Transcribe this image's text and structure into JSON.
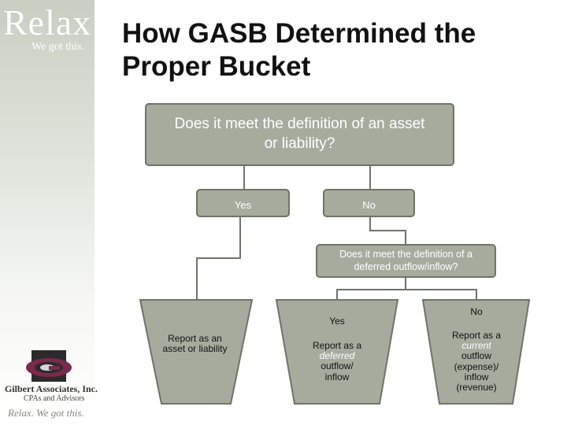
{
  "brand": {
    "name": "Relax",
    "tagline": "We got this."
  },
  "logo": {
    "company": "Gilbert Associates, Inc.",
    "subtitle": "CPAs and Advisors",
    "tagline": "Relax. We got this."
  },
  "slide": {
    "title": "How GASB Determined the Proper Bucket"
  },
  "flowchart": {
    "question1": "Does it meet the definition of an asset or liability?",
    "answer_yes": "Yes",
    "answer_no": "No",
    "question2": "Does it meet the definition of a deferred outflow/inflow?",
    "bucket_asset_liability": "Report as an asset or liability",
    "deferred_yes_label": "Yes",
    "deferred_bucket": {
      "prefix": "Report as a",
      "emphasis": "deferred",
      "suffix": "outflow/ inflow"
    },
    "current_no_label": "No",
    "current_bucket": {
      "prefix": "Report as a",
      "emphasis": "current",
      "suffix": "outflow (expense)/ inflow (revenue)"
    }
  },
  "colors": {
    "box_fill": "#a6ab9e",
    "box_border": "#6f7468",
    "logo_accent": "#7a2a4a"
  }
}
